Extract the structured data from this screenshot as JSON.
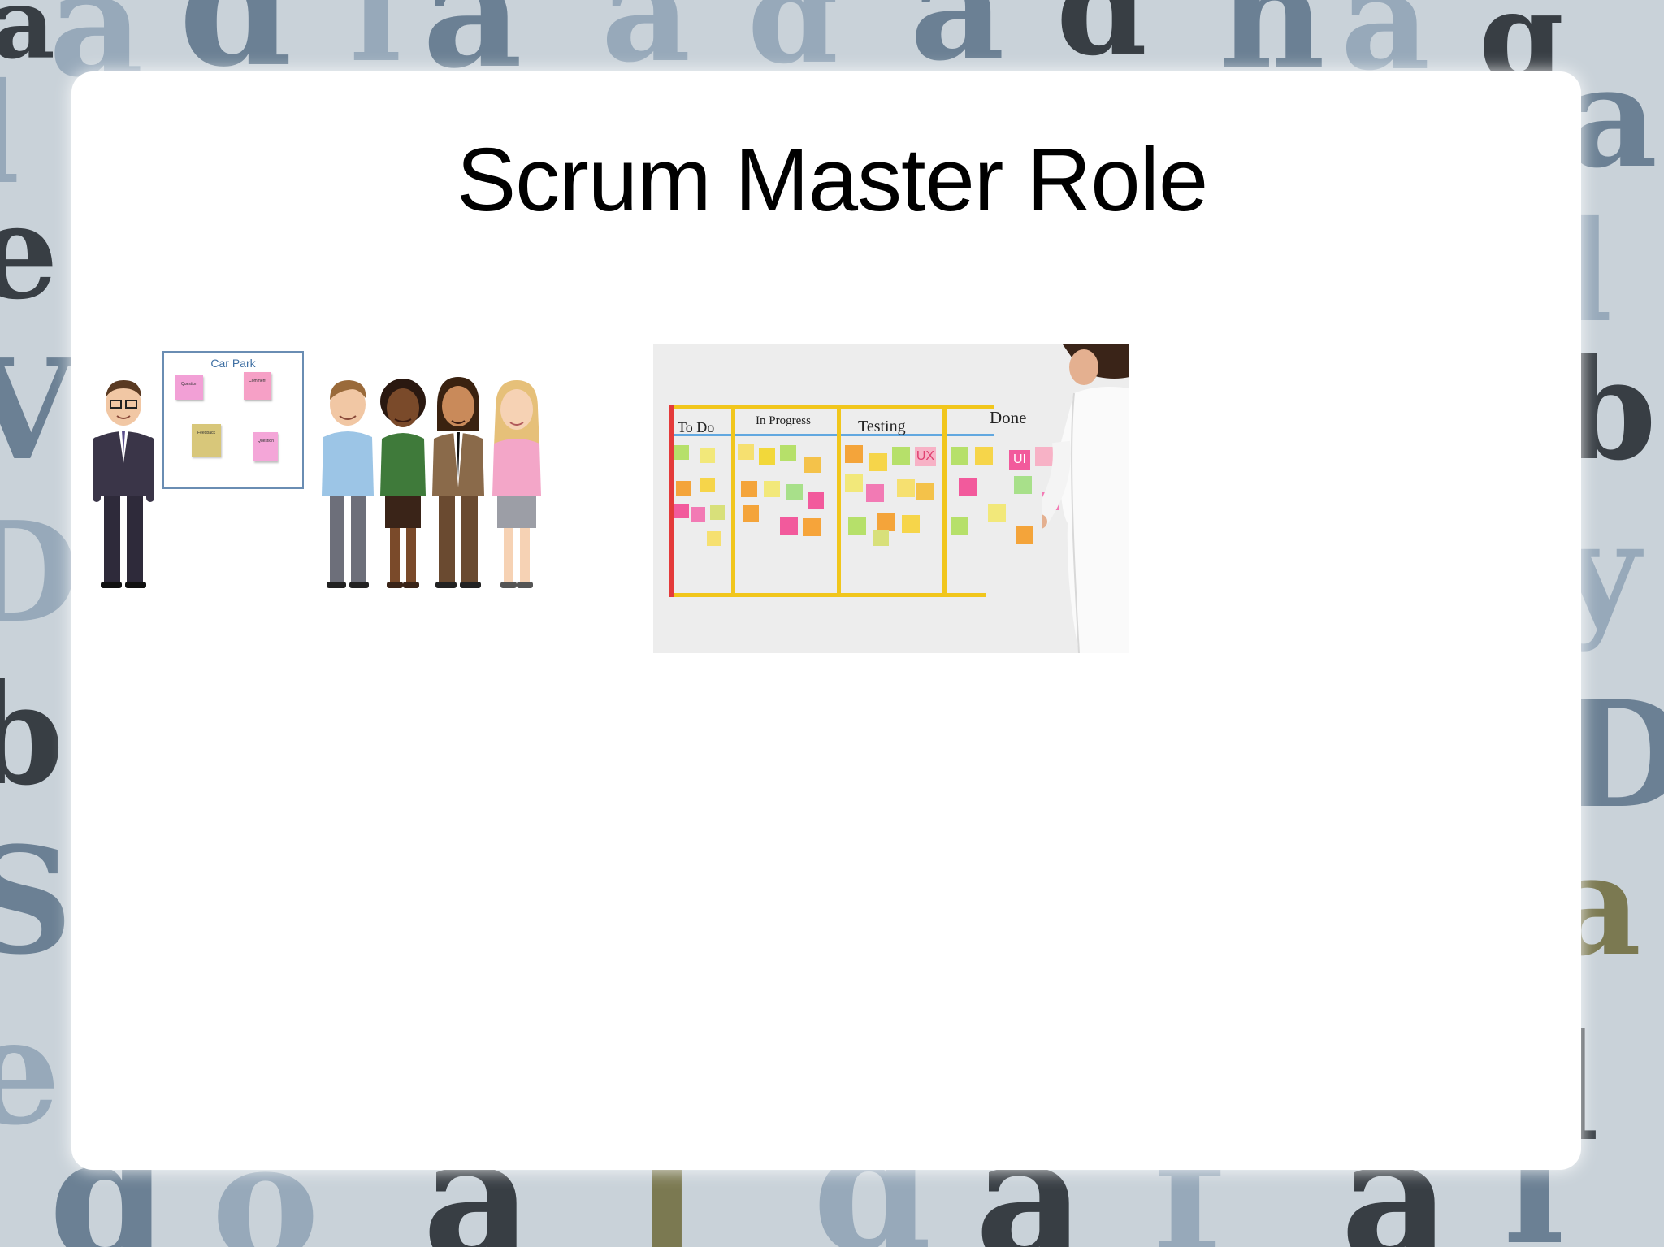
{
  "slide": {
    "title": "Scrum Master Role"
  },
  "team_illustration": {
    "board_title": "Car Park",
    "notes": [
      {
        "label": "Question",
        "color": "#f2a0d6"
      },
      {
        "label": "Comment",
        "color": "#f6a0c6"
      },
      {
        "label": "Feedback",
        "color": "#d8c77a"
      },
      {
        "label": "Question",
        "color": "#f4a6d8"
      }
    ]
  },
  "kanban_photo": {
    "columns": [
      "To Do",
      "In Progress",
      "Testing",
      "Done"
    ],
    "sticky_text": [
      "UX",
      "UI"
    ]
  },
  "colors": {
    "board_frame": "#f1c61c",
    "board_accent_line": "#62a8e0",
    "background_letters": "#2e3f4f"
  }
}
